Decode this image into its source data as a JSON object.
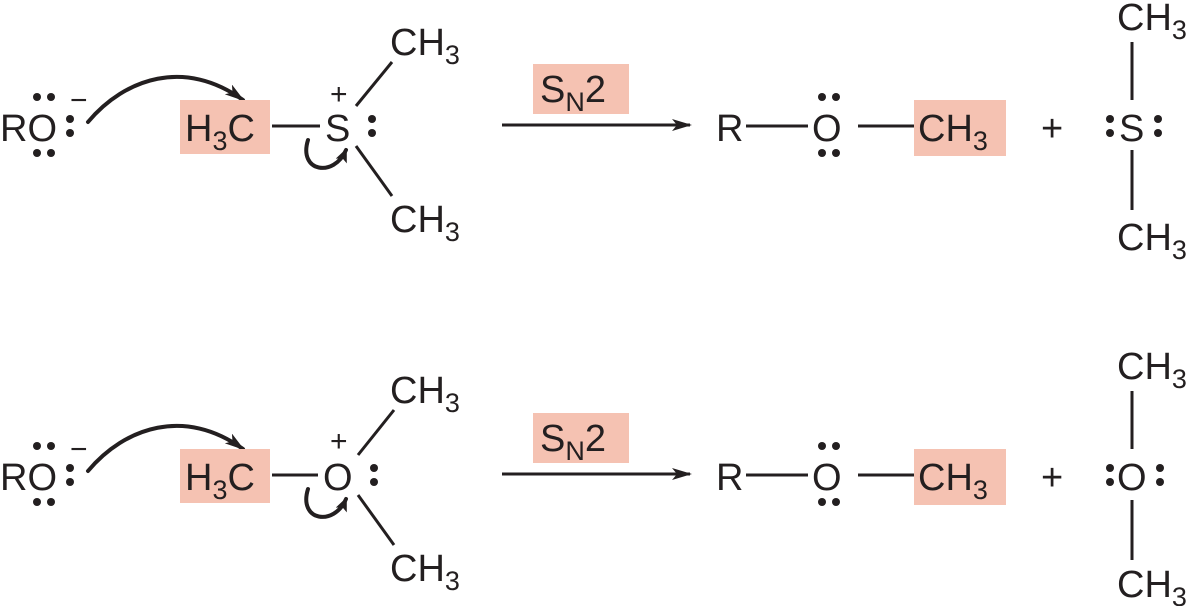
{
  "reactions": [
    {
      "nucleophile": {
        "label": "RO",
        "charge": "−"
      },
      "substrate": {
        "methyl": {
          "main": "H",
          "sub": "3",
          "tail": "C"
        },
        "center": "S",
        "charge": "+",
        "groups": [
          {
            "main": "CH",
            "sub": "3"
          },
          {
            "main": "CH",
            "sub": "3"
          }
        ]
      },
      "conditions": {
        "main": "S",
        "sub": "N",
        "tail": "2"
      },
      "product": {
        "r": "R",
        "center": "O",
        "methyl": {
          "main": "CH",
          "sub": "3"
        }
      },
      "plus": "+",
      "leaving_group": {
        "center": "S",
        "groups": [
          {
            "main": "CH",
            "sub": "3"
          },
          {
            "main": "CH",
            "sub": "3"
          }
        ]
      }
    },
    {
      "nucleophile": {
        "label": "RO",
        "charge": "−"
      },
      "substrate": {
        "methyl": {
          "main": "H",
          "sub": "3",
          "tail": "C"
        },
        "center": "O",
        "charge": "+",
        "groups": [
          {
            "main": "CH",
            "sub": "3"
          },
          {
            "main": "CH",
            "sub": "3"
          }
        ]
      },
      "conditions": {
        "main": "S",
        "sub": "N",
        "tail": "2"
      },
      "product": {
        "r": "R",
        "center": "O",
        "methyl": {
          "main": "CH",
          "sub": "3"
        }
      },
      "plus": "+",
      "leaving_group": {
        "center": "O",
        "groups": [
          {
            "main": "CH",
            "sub": "3"
          },
          {
            "main": "CH",
            "sub": "3"
          }
        ]
      }
    }
  ],
  "colors": {
    "highlight": "#f5c2b2",
    "ink": "#231f20"
  }
}
